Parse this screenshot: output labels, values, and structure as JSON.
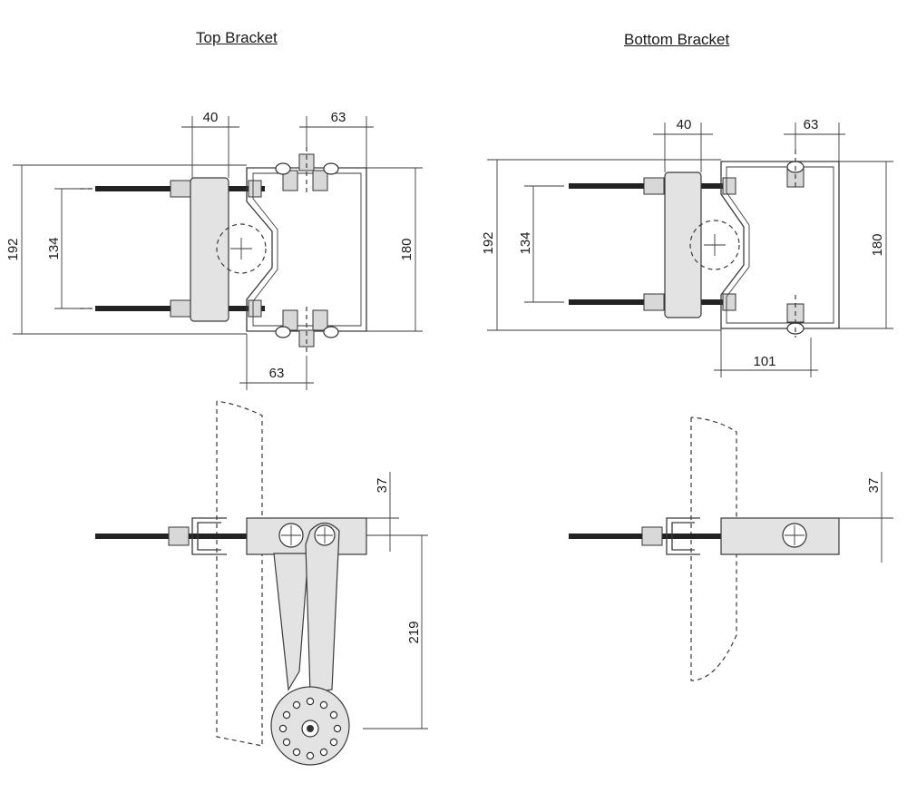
{
  "titles": {
    "top_bracket": "Top Bracket",
    "bottom_bracket": "Bottom Bracket"
  },
  "dimensions": {
    "top_bracket": {
      "width_40": "40",
      "width_63_top": "63",
      "height_192": "192",
      "height_134": "134",
      "height_180": "180",
      "width_63_bottom": "63",
      "offset_37": "37",
      "arm_219": "219"
    },
    "bottom_bracket": {
      "width_40": "40",
      "width_63": "63",
      "height_192": "192",
      "height_134": "134",
      "height_180": "180",
      "width_101": "101",
      "offset_37": "37"
    }
  }
}
